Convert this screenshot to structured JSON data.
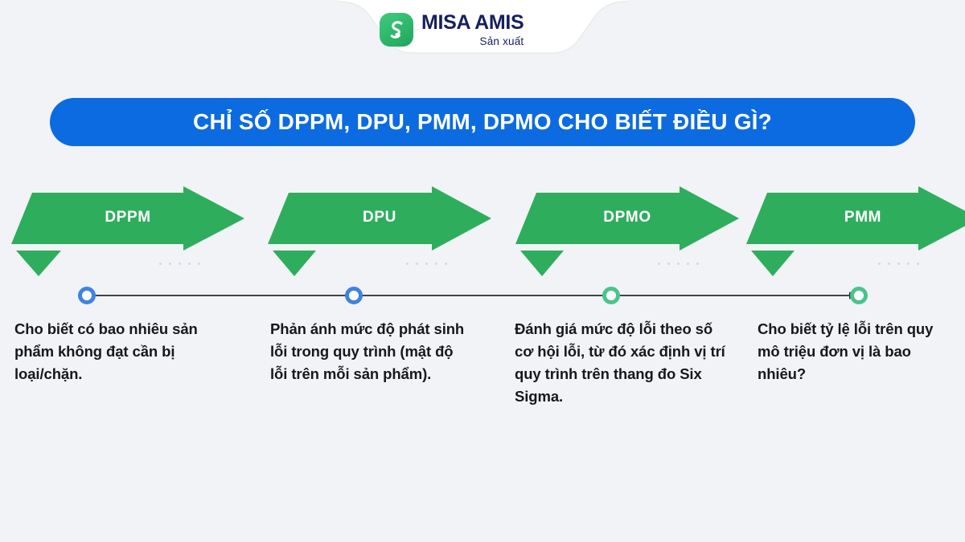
{
  "brand": {
    "logo_icon": "misa-swoosh-icon",
    "name": "MISA AMIS",
    "tagline": "Sản xuất"
  },
  "banner": {
    "title": "CHỈ SỐ DPPM, DPU, PMM, DPMO CHO BIẾT ĐIỀU GÌ?",
    "color": "#0c6be0",
    "text_color": "#ffffff"
  },
  "theme": {
    "background": "#f1f3f7",
    "arrow_green": "#2eae5c",
    "node_blue": "#3f83e0",
    "node_green": "#49c58a",
    "body_text": "#17181c",
    "dot_deco": "#d3d7e2"
  },
  "steps": [
    {
      "label": "DPPM",
      "node_color": "blue",
      "description": "Cho biết có bao nhiêu sản phẩm không đạt cần bị loại/chặn."
    },
    {
      "label": "DPU",
      "node_color": "blue",
      "description": "Phản ánh mức độ phát sinh lỗi trong quy trình (mật độ lỗi trên mỗi sản phẩm)."
    },
    {
      "label": "DPMO",
      "node_color": "green",
      "description": "Đánh giá mức độ lỗi theo số cơ hội lỗi, từ đó xác định vị trí quy trình trên thang đo Six Sigma."
    },
    {
      "label": "PMM",
      "node_color": "green",
      "description": "Cho biết tỷ lệ lỗi trên quy mô triệu đơn vị là bao nhiêu?"
    }
  ]
}
